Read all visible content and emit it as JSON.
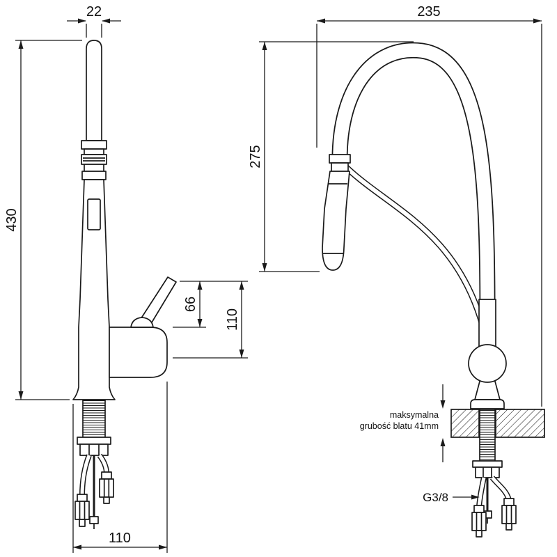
{
  "drawing": {
    "background": "#ffffff",
    "line_color": "#1a1a1a",
    "left_view": {
      "dim_spout_width": "22",
      "dim_total_height": "430",
      "dim_lever_height": "66",
      "dim_body_height": "110",
      "dim_base_depth": "110"
    },
    "right_view": {
      "dim_reach": "235",
      "dim_spout_height": "275",
      "counter_note_line1": "maksymalna",
      "counter_note_line2": "grubość blatu 41mm",
      "thread_label": "G3/8"
    }
  }
}
